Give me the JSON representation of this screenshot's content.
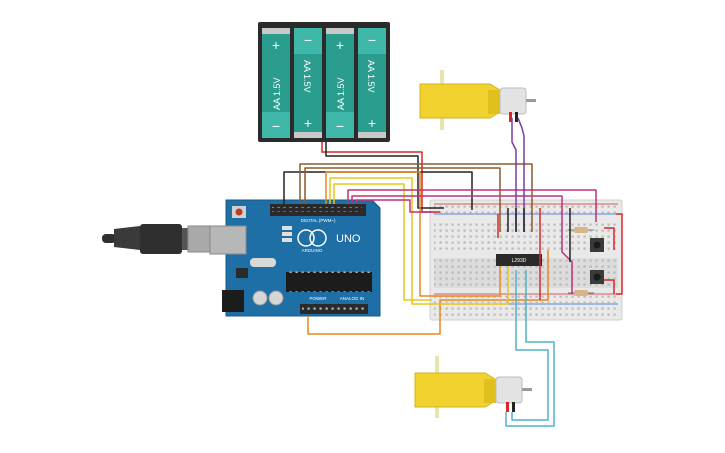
{
  "battery": {
    "cells": [
      {
        "label": "AA 1.5V",
        "plus": "+",
        "minus": "−"
      },
      {
        "label": "AA 1.5V",
        "plus": "+",
        "minus": "−"
      },
      {
        "label": "AA 1.5V",
        "plus": "+",
        "minus": "−"
      },
      {
        "label": "AA 1.5V",
        "plus": "+",
        "minus": "−"
      }
    ]
  },
  "arduino": {
    "logo": "UNO",
    "brand": "ARDUINO",
    "digital_label": "DIGITAL (PWM~)",
    "power_label": "POWER",
    "analog_label": "ANALOG IN"
  },
  "chip": {
    "label": "L293D"
  },
  "colors": {
    "arduino_board": "#1e6fa5",
    "battery_cell": "#2aa198",
    "motor_body": "#f2d22e",
    "wire_red": "#d62828",
    "wire_black": "#222222",
    "wire_orange": "#e8891c",
    "wire_yellow": "#e8c51c",
    "wire_magenta": "#c2307a",
    "wire_purple": "#7a3aa8",
    "wire_brown": "#8a5a2b",
    "wire_cyan": "#4fb3c8"
  },
  "icons": [
    "usb-cable-icon",
    "battery-pack-icon",
    "dc-motor-icon",
    "breadboard-icon",
    "pushbutton-icon",
    "resistor-icon"
  ]
}
